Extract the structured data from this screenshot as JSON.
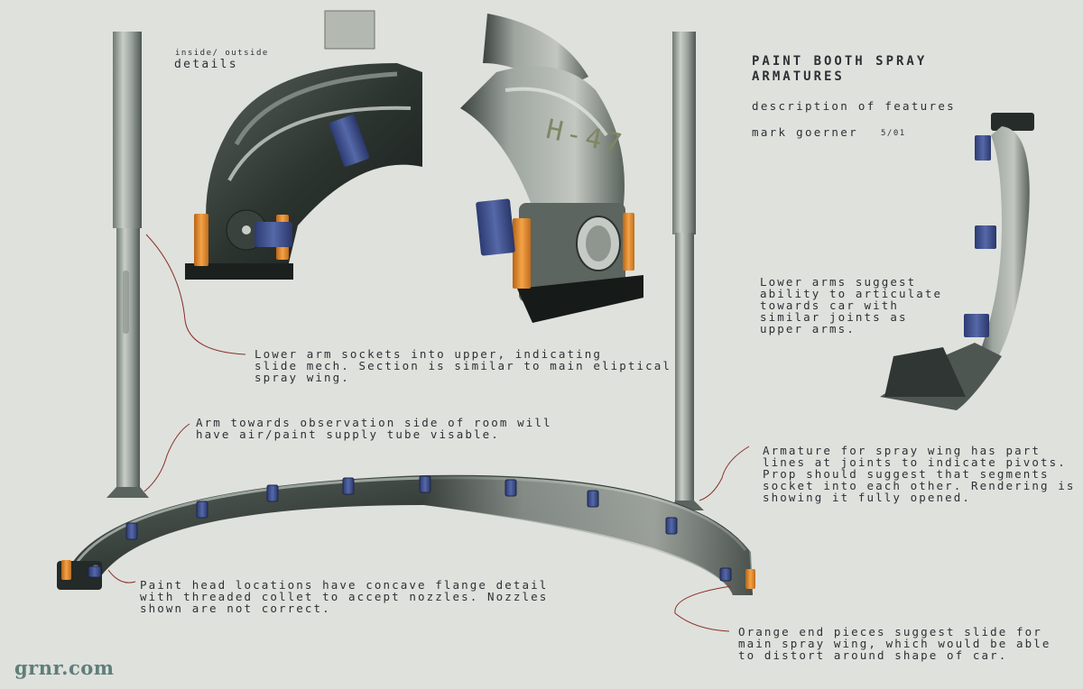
{
  "header": {
    "title_line1": "PAINT BOOTH SPRAY",
    "title_line2": "ARMATURES",
    "subtitle": "description of features",
    "author": "mark goerner",
    "date": "5/01"
  },
  "labels": {
    "inset_small": "inside/ outside",
    "inset_big": "details",
    "stencil": "H-47",
    "logo": "grnr.com"
  },
  "notes": {
    "lower_arm_sockets": "Lower arm sockets into upper, indicating\nslide mech.  Section is similar to main eliptical\nspray wing.",
    "arm_towards": "Arm towards observation side of room will\nhave air/paint supply tube visable.",
    "paint_head": "Paint head locations have concave flange detail\nwith threaded collet to accept nozzles.  Nozzles\nshown are not correct.",
    "lower_arms": "Lower arms suggest\nability to articulate\ntowards car with\nsimilar joints as\nupper arms.",
    "armature": "Armature for spray wing has part\nlines at joints to indicate pivots.\nProp should suggest that segments\nsocket into each other. Rendering is\nshowing it fully opened.",
    "orange_end": "Orange end pieces suggest slide for\nmain spray wing, which would be able\nto distort around shape of car."
  },
  "colors": {
    "background": "#dfe1dc",
    "arm_dark": "#2f3a36",
    "arm_mid": "#6b736d",
    "nozzle_blue": "#3c4f8c",
    "end_orange": "#e58a2e",
    "leader_line": "#8a2f2a",
    "logo": "#5f7e7a"
  },
  "icons": [
    "spray-nozzle-icon",
    "orange-end-piece",
    "socket-wheel-icon"
  ]
}
